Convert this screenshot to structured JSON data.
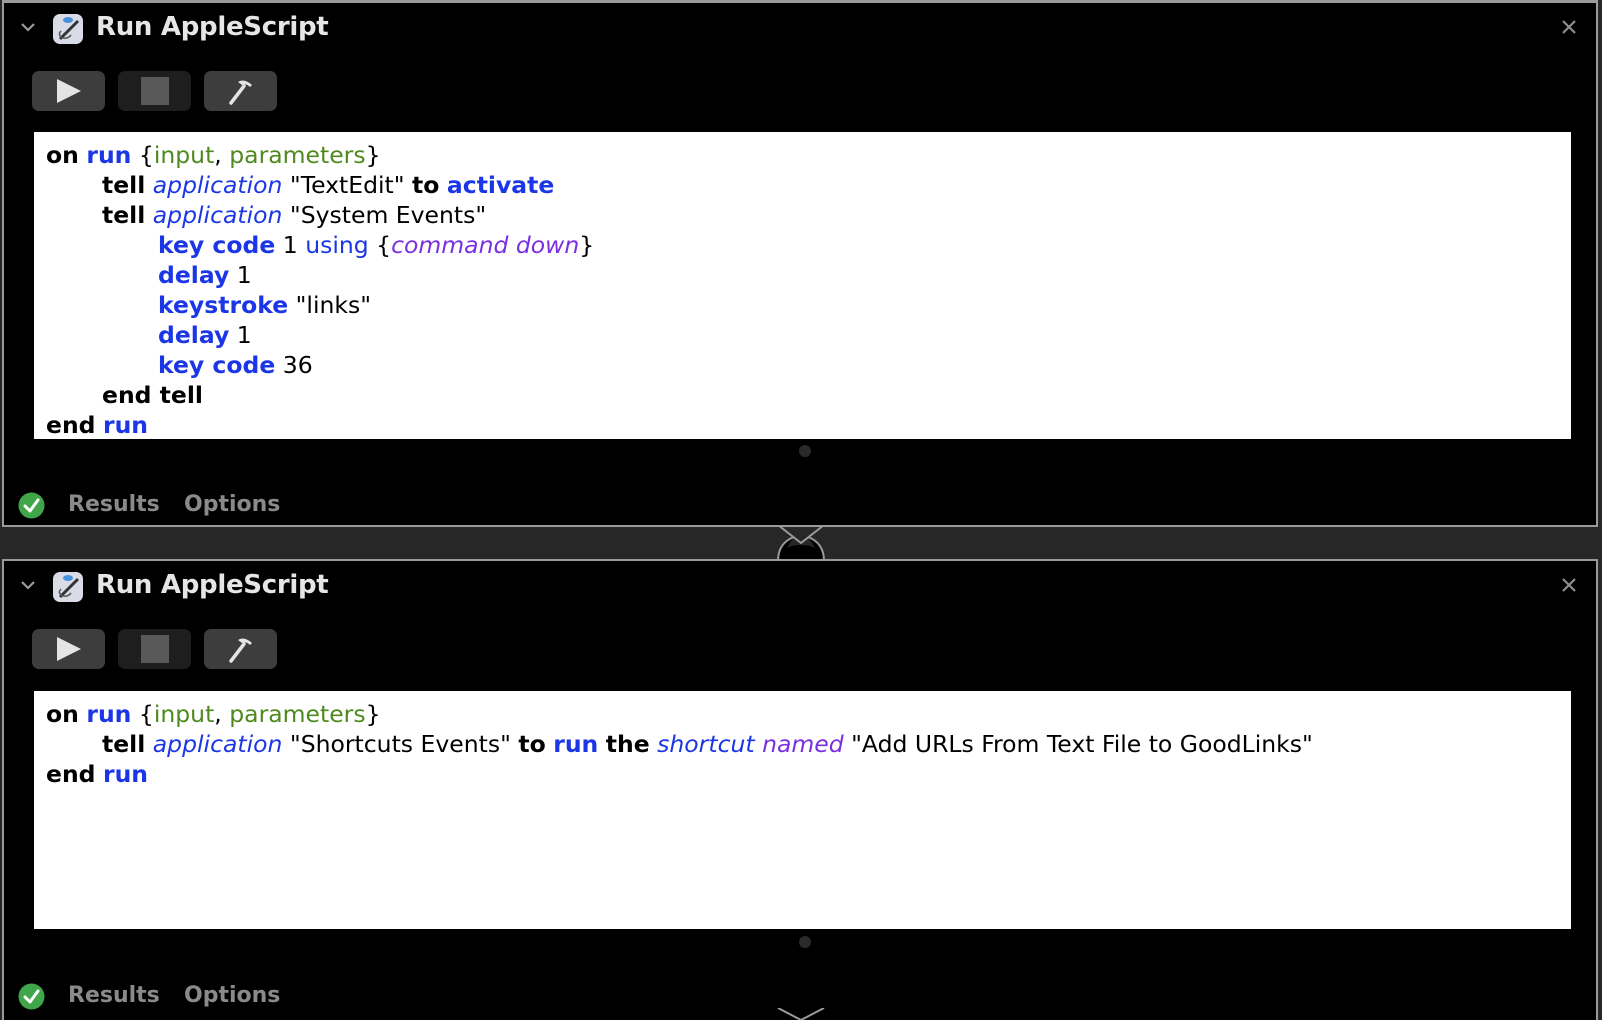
{
  "actions": [
    {
      "title": "Run AppleScript",
      "toolbar": {
        "run": "play-icon",
        "stop": "stop-icon",
        "compile": "hammer-icon"
      },
      "code": [
        {
          "indent": 0,
          "tokens": [
            {
              "t": "on",
              "c": "kw"
            },
            {
              "t": " "
            },
            {
              "t": "run",
              "c": "kwb"
            },
            {
              "t": " {"
            },
            {
              "t": "input",
              "c": "var"
            },
            {
              "t": ", "
            },
            {
              "t": "parameters",
              "c": "var"
            },
            {
              "t": "}"
            }
          ]
        },
        {
          "indent": 1,
          "tokens": [
            {
              "t": "tell",
              "c": "kw"
            },
            {
              "t": " "
            },
            {
              "t": "application",
              "c": "cls"
            },
            {
              "t": " \"TextEdit\" ",
              "c": "str"
            },
            {
              "t": "to",
              "c": "kw"
            },
            {
              "t": " "
            },
            {
              "t": "activate",
              "c": "kwb"
            }
          ]
        },
        {
          "indent": 1,
          "tokens": [
            {
              "t": "tell",
              "c": "kw"
            },
            {
              "t": " "
            },
            {
              "t": "application",
              "c": "cls"
            },
            {
              "t": " \"System Events\"",
              "c": "str"
            }
          ]
        },
        {
          "indent": 2,
          "tokens": [
            {
              "t": "key code",
              "c": "kwb"
            },
            {
              "t": " 1 "
            },
            {
              "t": "using",
              "c": "blue"
            },
            {
              "t": " {"
            },
            {
              "t": "command down",
              "c": "prop"
            },
            {
              "t": "}"
            }
          ]
        },
        {
          "indent": 2,
          "tokens": [
            {
              "t": "delay",
              "c": "kwb"
            },
            {
              "t": " 1"
            }
          ]
        },
        {
          "indent": 2,
          "tokens": [
            {
              "t": "keystroke",
              "c": "kwb"
            },
            {
              "t": " \"links\"",
              "c": "str"
            }
          ]
        },
        {
          "indent": 2,
          "tokens": [
            {
              "t": "delay",
              "c": "kwb"
            },
            {
              "t": " 1"
            }
          ]
        },
        {
          "indent": 2,
          "tokens": [
            {
              "t": "key code",
              "c": "kwb"
            },
            {
              "t": " 36"
            }
          ]
        },
        {
          "indent": 1,
          "tokens": [
            {
              "t": "end tell",
              "c": "kw"
            }
          ]
        },
        {
          "indent": 0,
          "tokens": [
            {
              "t": "end",
              "c": "kw"
            },
            {
              "t": " "
            },
            {
              "t": "run",
              "c": "kwb"
            }
          ]
        }
      ],
      "footer": {
        "status": "success",
        "results_label": "Results",
        "options_label": "Options"
      }
    },
    {
      "title": "Run AppleScript",
      "toolbar": {
        "run": "play-icon",
        "stop": "stop-icon",
        "compile": "hammer-icon"
      },
      "code": [
        {
          "indent": 0,
          "tokens": [
            {
              "t": "on",
              "c": "kw"
            },
            {
              "t": " "
            },
            {
              "t": "run",
              "c": "kwb"
            },
            {
              "t": " {"
            },
            {
              "t": "input",
              "c": "var"
            },
            {
              "t": ", "
            },
            {
              "t": "parameters",
              "c": "var"
            },
            {
              "t": "}"
            }
          ]
        },
        {
          "indent": 1,
          "tokens": [
            {
              "t": "tell",
              "c": "kw"
            },
            {
              "t": " "
            },
            {
              "t": "application",
              "c": "cls"
            },
            {
              "t": " \"Shortcuts Events\" ",
              "c": "str"
            },
            {
              "t": "to",
              "c": "kw"
            },
            {
              "t": " "
            },
            {
              "t": "run",
              "c": "kwb"
            },
            {
              "t": " "
            },
            {
              "t": "the",
              "c": "kw"
            },
            {
              "t": " "
            },
            {
              "t": "shortcut",
              "c": "cls"
            },
            {
              "t": " "
            },
            {
              "t": "named",
              "c": "prop"
            },
            {
              "t": " \"Add URLs From Text File to GoodLinks\"",
              "c": "str"
            }
          ]
        },
        {
          "indent": 0,
          "tokens": [
            {
              "t": "end",
              "c": "kw"
            },
            {
              "t": " "
            },
            {
              "t": "run",
              "c": "kwb"
            }
          ]
        }
      ],
      "footer": {
        "status": "success",
        "results_label": "Results",
        "options_label": "Options"
      }
    }
  ],
  "colors": {
    "keyword_blue": "#1a36e6",
    "variable_green": "#4f8a1e",
    "property_purple": "#7a2fe0",
    "success_green": "#3fa64a"
  }
}
